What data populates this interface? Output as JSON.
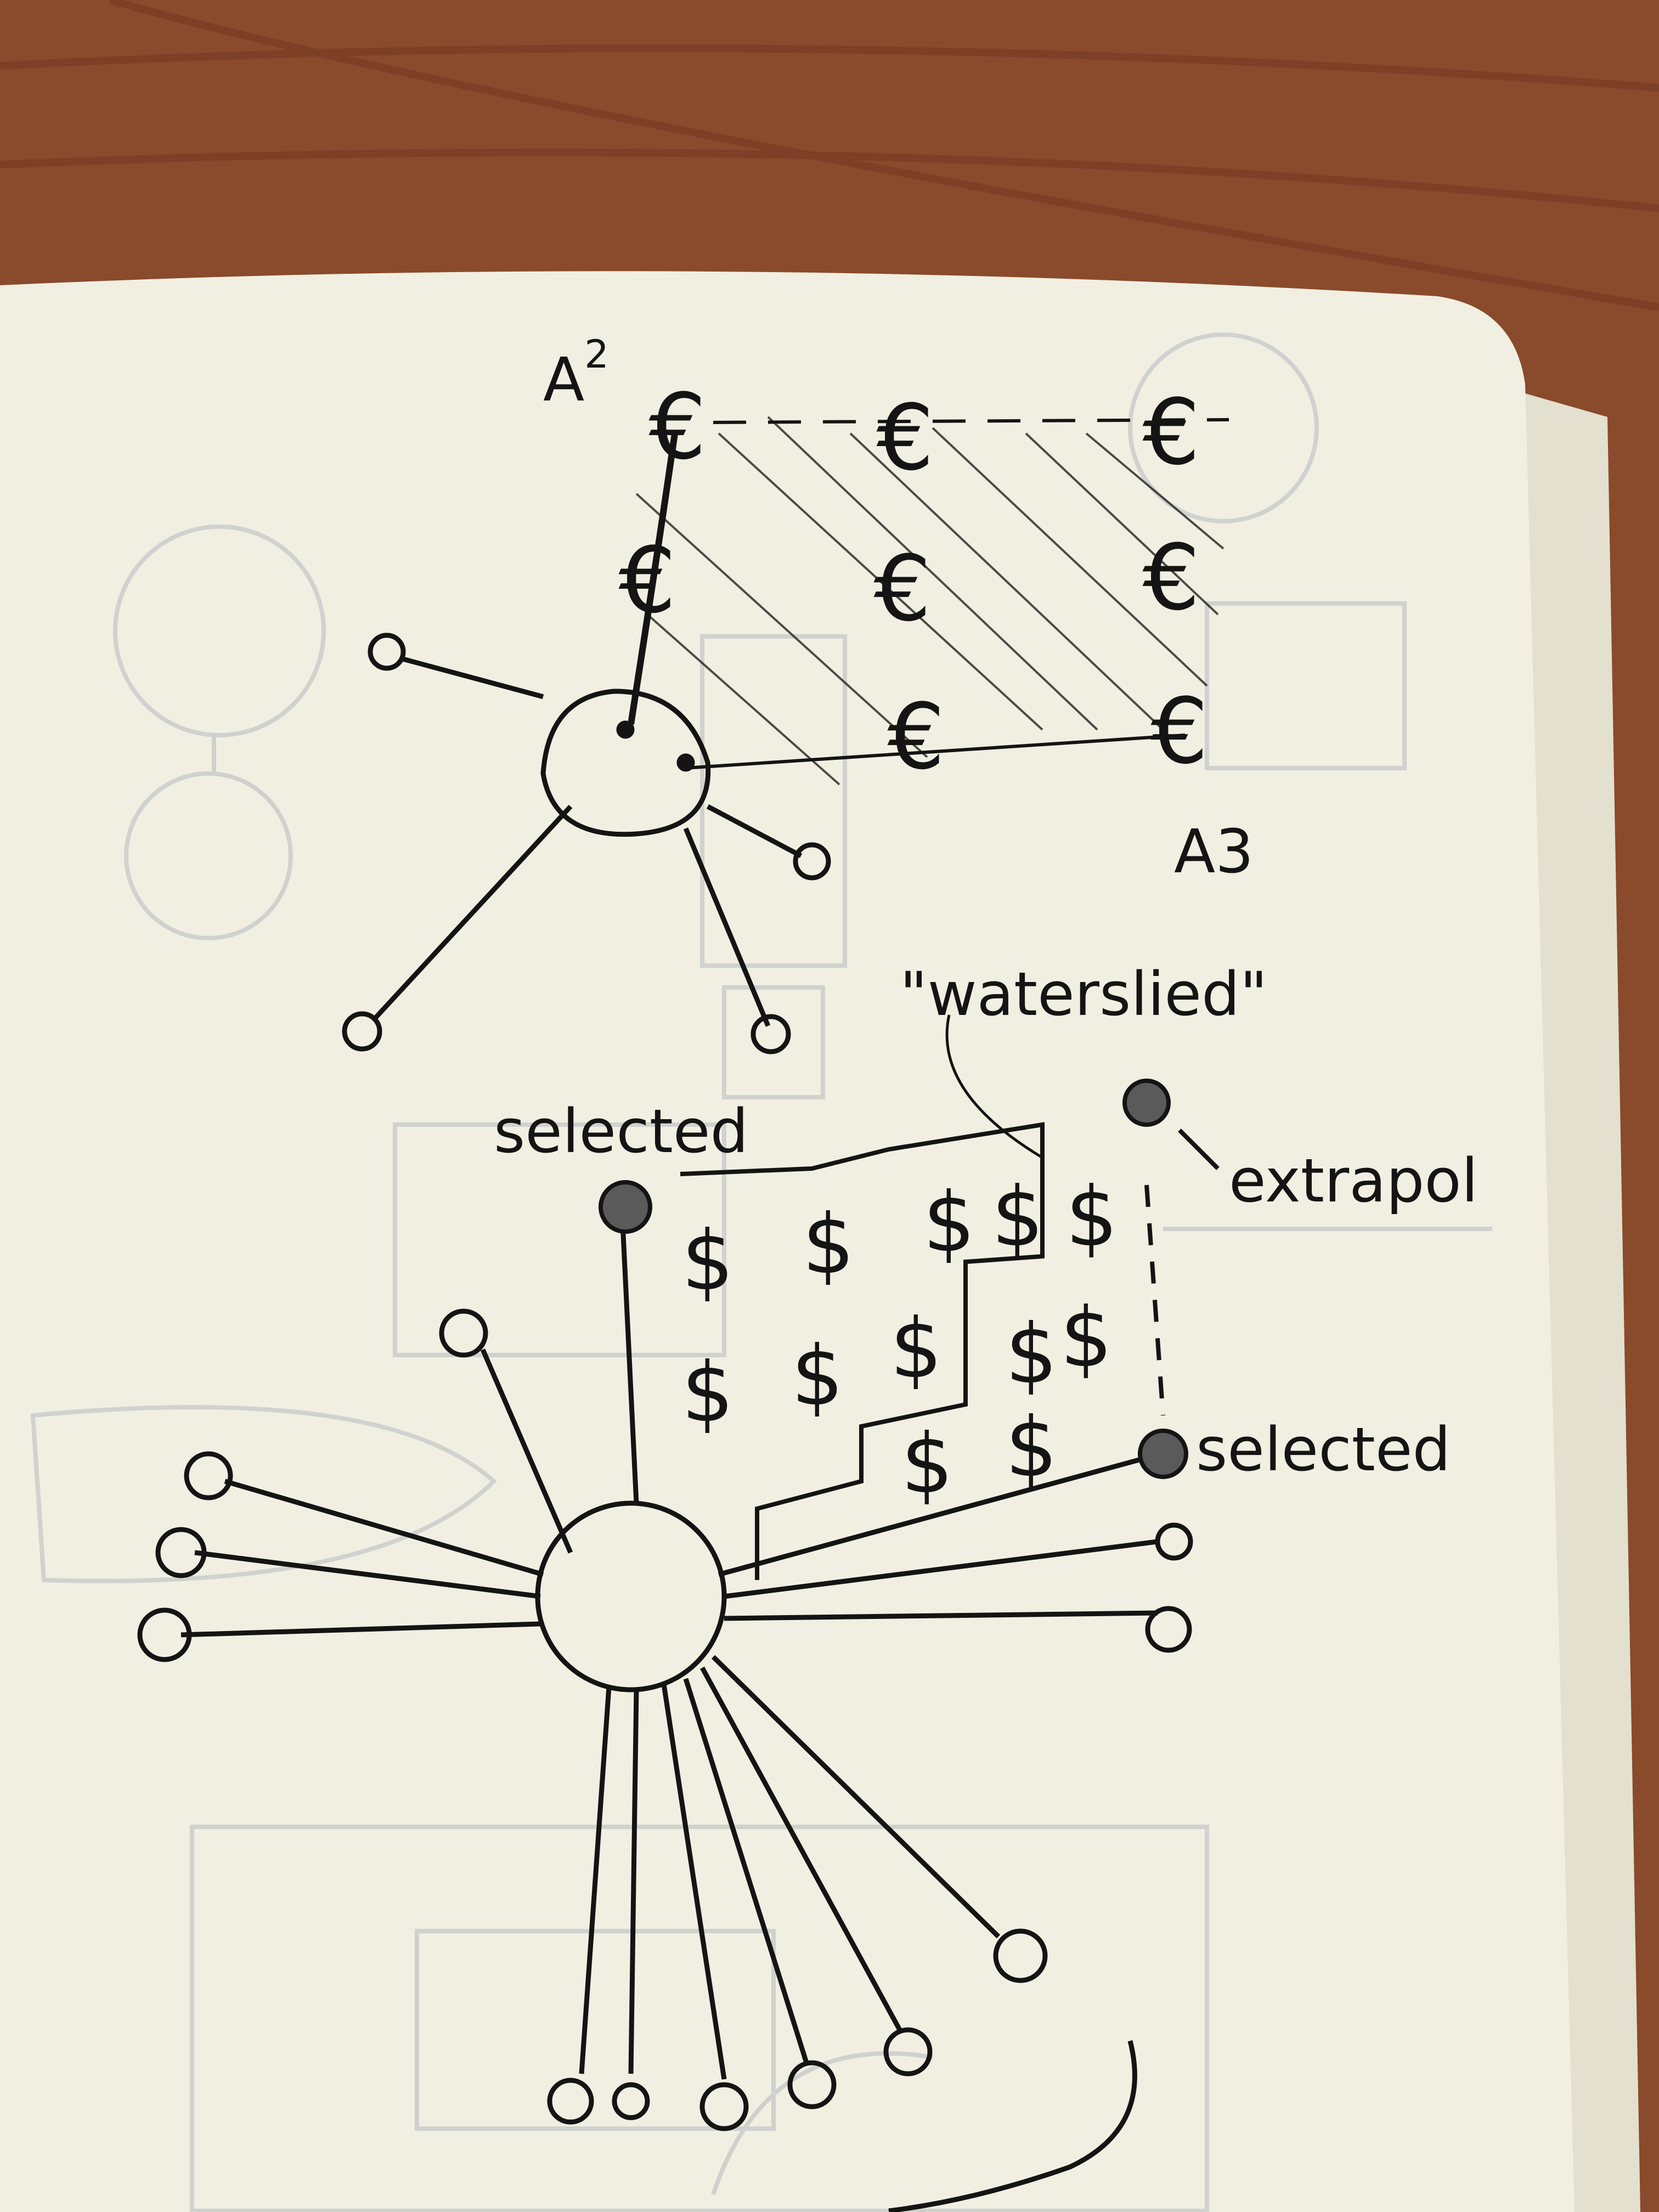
{
  "colors": {
    "desk": "#8a4a2c",
    "desk_dark": "#6f3620",
    "paper": "#f1efe1",
    "paper_edge": "#e3e0cf",
    "ink": "#141414",
    "ghost": "#c4c8c8"
  },
  "top_diagram": {
    "label_top": "A",
    "label_top_exp": "2",
    "label_bottom": "A3",
    "cell_symbol": "€"
  },
  "bottom_diagram": {
    "quote_label": "\"waterslied\"",
    "selected_left": "selected",
    "selected_right": "selected",
    "extrapol": "extrapol",
    "dollar_symbol": "$"
  }
}
